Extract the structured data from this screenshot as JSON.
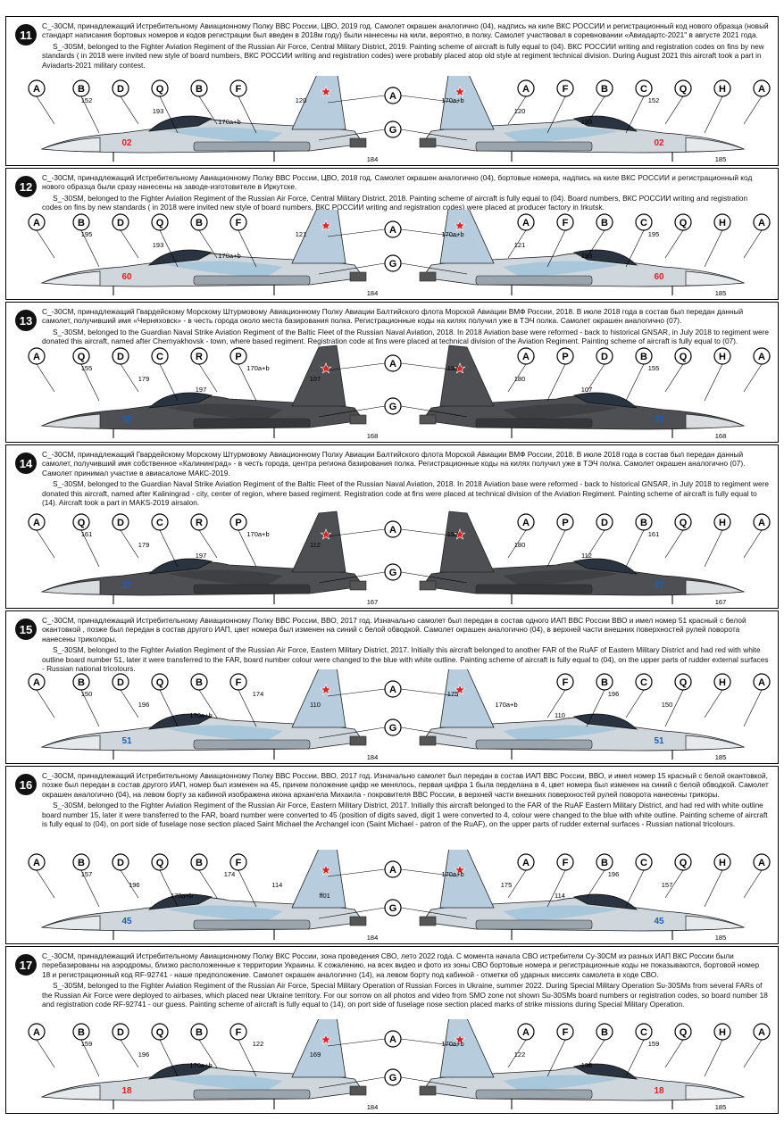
{
  "panels": [
    {
      "number": "11",
      "ru": "С_-30СМ, принадлежащий Истребительному Авиационному Полку ВВС России, ЦВО, 2019 год. Самолет окрашен аналогично (04), надпись на киле ВКС РОССИИ и регистрационный код нового образца (новый стандарт написания бортовых номеров и кодов регистрации был введен в 2018м году) были нанесены на кили, вероятно, в полку. Самолет участвовал в соревновании «Авиадартс-2021\" в августе 2021 года.",
      "en": "S_-30SM, belonged to the Fighter Aviation Regiment of the Russian Air Force, Central Military District, 2019. Painting scheme of aircraft is fully equal to (04). ВКС РОССИИ writing and registration codes on fins by new standards ( in 2018 were invited new style of board numbers, ВКС РОССИИ writing and registration codes) were probably placed atop old style at regiment technical division. During August 2021 this aircraft took a part in Aviadarts-2021 military contest.",
      "scheme": "grey",
      "board": "02",
      "left_letters": [
        "A",
        "B",
        "D",
        "Q",
        "B",
        "F"
      ],
      "right_letters": [
        "A",
        "F",
        "B",
        "C",
        "Q",
        "H",
        "A"
      ],
      "center_top": "A",
      "center_bottom": "G",
      "left_nums": [
        "152",
        "193",
        "170a+b",
        "120",
        "184"
      ],
      "right_nums": [
        "170a+b",
        "120",
        "193",
        "152",
        "185"
      ]
    },
    {
      "number": "12",
      "ru": "С_-30СМ, принадлежащий Истребительному Авиационному Полку ВВС России, ЦВО, 2018 год. Самолет окрашен аналогично (04), бортовые номера, надпись на киле ВКС РОССИИ и регистрационный код нового образца были сразу нанесены на заводе-изготовителе в Иркутске.",
      "en": "S_-30SM, belonged to the Fighter Aviation Regiment of the Russian Air Force, Central Military District, 2018. Painting scheme of aircraft is fully equal to (04). Board numbers, ВКС РОССИИ writing and registration codes on fins by new standards ( in 2018 were invited new style of board numbers, ВКС РОССИИ writing and registration codes) were placed at producer factory in Irkutsk.",
      "scheme": "grey",
      "board": "60",
      "left_letters": [
        "A",
        "B",
        "D",
        "Q",
        "B",
        "F"
      ],
      "right_letters": [
        "A",
        "F",
        "B",
        "C",
        "Q",
        "H",
        "A"
      ],
      "center_top": "A",
      "center_bottom": "G",
      "left_nums": [
        "195",
        "193",
        "170a+b",
        "121",
        "184"
      ],
      "right_nums": [
        "170a+b",
        "121",
        "193",
        "195",
        "185"
      ]
    },
    {
      "number": "13",
      "ru": "С_-30СМ, принадлежащий Гвардейскому Морскому Штурмовому Авиационному Полку Авиации Балтийского флота Морской Авиации ВМФ России, 2018. В июле 2018 года в состав был передан данный самолет, получивший имя «Черняховск» - в честь города около места базирования полка. Регистрационные коды на килях получил уже в ТЭЧ полка. Самолет окрашен аналогично (07).",
      "en": "S_-30SM, belonged to the Guardian Naval Strike Aviation Regiment of the Baltic Fleet of the Russian Naval Aviation, 2018. In 2018 Aviation base were reformed - back to historical GNSAR, in July 2018 to regiment were donated this aircraft, named after Chernyakhovsk - town, where based regiment. Registration code at fins were placed at technical division of the Aviation Regiment. Painting scheme of aircraft is fully equal to (07).",
      "scheme": "dark",
      "board": "36",
      "left_letters": [
        "A",
        "Q",
        "D",
        "C",
        "R",
        "P"
      ],
      "right_letters": [
        "A",
        "P",
        "D",
        "B",
        "Q",
        "H",
        "A"
      ],
      "center_top": "A",
      "center_bottom": "G",
      "left_nums": [
        "155",
        "179",
        "197",
        "170a+b",
        "107",
        "168"
      ],
      "right_nums": [
        "197",
        "180",
        "107",
        "155",
        "168"
      ]
    },
    {
      "number": "14",
      "ru": "С_-30СМ, принадлежащий Гвардейскому Морскому Штурмовому Авиационному Полку Авиации Балтийского флота Морской Авиации ВМФ России, 2018. В июле 2018 года в состав был передан данный самолет, получивший имя собственное «Калининград» - в честь города, центра региона базирования полка. Регистрационные коды на килях получил уже в ТЭЧ полка. Самолет окрашен аналогично (07). Самолет принимал участие в авиасалоне МАКС-2019.",
      "en": "S_-30SM, belonged to the Guardian Naval Strike Aviation Regiment of the Baltic Fleet of the Russian Naval Aviation, 2018. In 2018 Aviation base were reformed - back to historical GNSAR, in July 2018 to regiment were donated this aircraft, named after Kaliningrad - city, center of region, where based regiment. Registration code at fins were placed at technical division of the Aviation Regiment. Painting scheme of aircraft is fully equal to (14). Aircraft took a part in MAKS-2019 airsalon.",
      "scheme": "dark",
      "board": "37",
      "left_letters": [
        "A",
        "Q",
        "D",
        "C",
        "R",
        "P"
      ],
      "right_letters": [
        "A",
        "P",
        "D",
        "B",
        "Q",
        "H",
        "A"
      ],
      "center_top": "A",
      "center_bottom": "G",
      "left_nums": [
        "161",
        "179",
        "197",
        "170a+b",
        "112",
        "167"
      ],
      "right_nums": [
        "197",
        "180",
        "112",
        "161",
        "167"
      ]
    },
    {
      "number": "15",
      "ru": "С_-30СМ, принадлежащий Истребительному Авиационному Полку ВВС России, ВВО, 2017 год. Изначально самолет был передан в состав одного ИАП ВВС России ВВО и имел номер 51 красный с белой окантовкой , позже был передан в состав другого ИАП, цвет номера был изменен на синий с белой обводкой. Самолет окрашен аналогично (04), в верхней части внешних поверхностей рулей поворота нанесены триколоры.",
      "en": "S_-30SM, belonged to the Fighter Aviation Regiment of the Russian Air Force, Eastern Military District, 2017. Initially this aircraft belonged to another FAR of the RuAF of Eastern Military District and had red with white outline board number 51, later it were transferred to the FAR, board number colour were changed to the blue with white outline. Painting scheme of aircraft is fully equal to (04), on the upper parts of rudder external surfaces - Russian national tricolours.",
      "scheme": "grey",
      "board": "51",
      "left_letters": [
        "A",
        "B",
        "D",
        "Q",
        "B",
        "F"
      ],
      "right_letters": [
        "F",
        "B",
        "C",
        "Q",
        "H",
        "A"
      ],
      "center_top": "A",
      "center_bottom": "G",
      "left_nums": [
        "150",
        "196",
        "170a+b",
        "174",
        "110",
        "184"
      ],
      "right_nums": [
        "175",
        "170a+b",
        "110",
        "196",
        "150",
        "185"
      ]
    },
    {
      "number": "16",
      "ru": "С_-30СМ, принадлежащий Истребительному Авиационному Полку ВВС России, ВВО, 2017 год. Изначально самолет был передан в состав ИАП ВВС России, ВВО, и имел номер 15 красный с белой окантовкой, позже был передан в состав другого ИАП, номер был изменен на 45, причем положение цифр не менялось, первая цифра 1 была перделана в 4, цвет номера был изменен на синий с белой обводкой. Самолет окрашен аналогично (04), на левом борту за кабиной изображена икона архангела Михаила - покровителя ВВС России, в верхней части внешних поверхностей рулей поворота нанесены трикоры.",
      "en": "S_-30SM, belonged to the Fighter Aviation Regiment of the Russian Air Force, Eastern Military District, 2017. Initially this aircraft belonged to the FAR of the RuAF Eastern Military District, and had red with white outline board number 15, later it were transferred to the FAR, board number were converted to 45 (position of digits saved, digit 1 were converted to 4, colour were changed to the blue with white outline. Painting scheme of aircraft is fully equal to (04), on port side of fuselage nose section placed Saint Michael the Archangel icon (Saint Michael - patron of the RuAF), on the upper parts of rudder external surfaces - Russian national tricolours.",
      "scheme": "grey",
      "board": "45",
      "left_letters": [
        "A",
        "B",
        "D",
        "Q",
        "B",
        "F"
      ],
      "right_letters": [
        "A",
        "F",
        "B",
        "C",
        "Q",
        "H",
        "A"
      ],
      "center_top": "A",
      "center_bottom": "G",
      "left_nums": [
        "157",
        "196",
        "170a+b",
        "174",
        "114",
        "ff01",
        "184"
      ],
      "right_nums": [
        "170a+b",
        "175",
        "114",
        "196",
        "157",
        "185"
      ]
    },
    {
      "number": "17",
      "ru": "С_-30СМ, принадлежащий Истребительному Авиационному Полку ВКС России, зона проведения СВО, лето 2022 года. С момента начала СВО истребители Су-30СМ из разных ИАП ВКС России были перебазированы на аэродромы, близко расположенные к территории Украины. К сожалению, на всех видео и фото из зоны СВО бортовые номера и регистрационные коды не показываются, бортовой номер 18 и регистрационный код RF-92741 - наше предположение. Самолет окрашен аналогично (14), на левом борту под кабиной - отметки об ударных миссиях самолета в ходе СВО.",
      "en": "S_-30SM, belonged to the Fighter Aviation Regiment of the Russian Air Force, Special Military Operation of Russian Forces in Ukraine, summer 2022. During Special Military Operation Su-30SMs from several FARs of the Russian Air Force were deployed to airbases, which placed near Ukraine territory. For our sorrow on all photos and video from SMO zone not shown Su-30SMs board numbers or registration codes, so board number 18 and registration code RF-92741 - our guess. Painting scheme of aircraft is fully equal to (14), on port side of fuselage nose section placed marks of strike missions during Special Military Operation.",
      "scheme": "grey",
      "board": "18",
      "left_letters": [
        "A",
        "B",
        "D",
        "Q",
        "B",
        "F"
      ],
      "right_letters": [
        "A",
        "F",
        "B",
        "C",
        "Q",
        "H",
        "A"
      ],
      "center_top": "A",
      "center_bottom": "G",
      "left_nums": [
        "159",
        "196",
        "170a+b",
        "122",
        "169",
        "184"
      ],
      "right_nums": [
        "170a+b",
        "122",
        "196",
        "159",
        "185"
      ]
    }
  ]
}
